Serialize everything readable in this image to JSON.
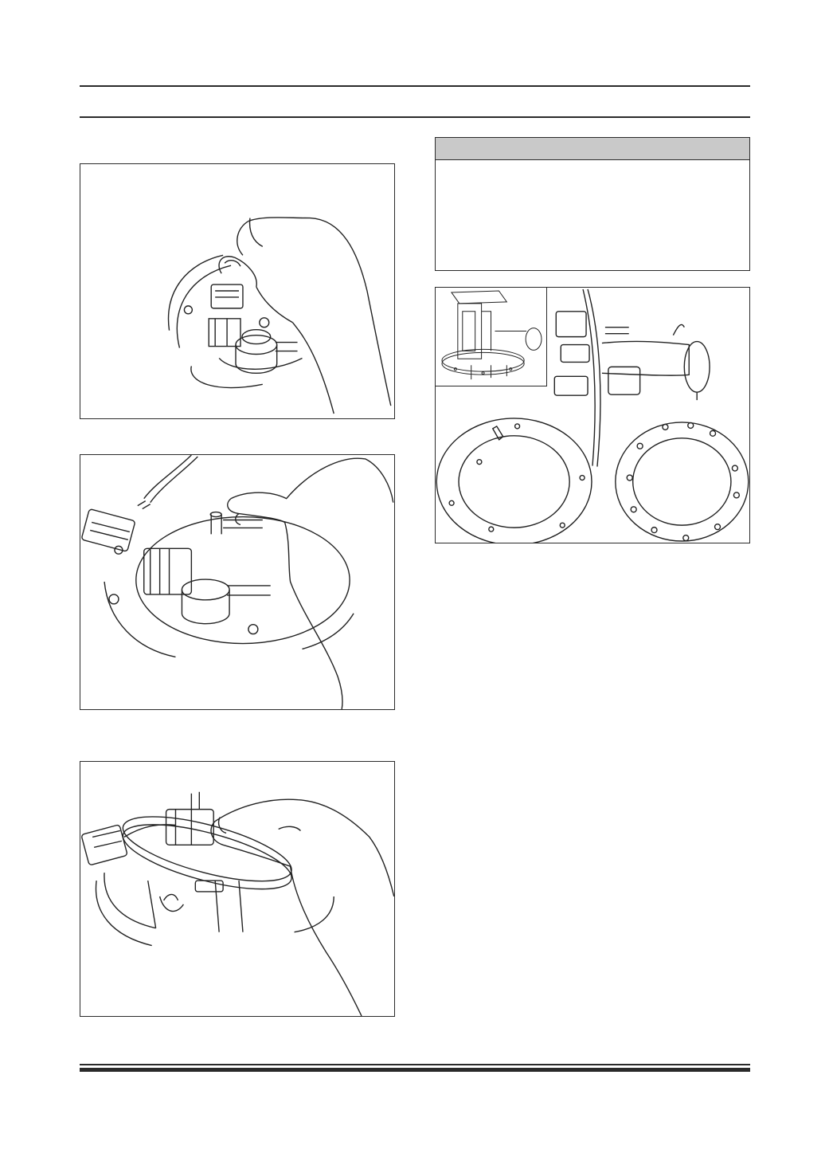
{
  "page": {
    "header_rules": 2,
    "footer_rules": 2
  },
  "notice_box": {
    "header_color": "#c9c9c9",
    "body_text": ""
  },
  "figures": [
    {
      "subject": "hand-disconnecting-connector"
    },
    {
      "subject": "hand-on-fuel-pump-flange"
    },
    {
      "subject": "hand-lifting-pump-assembly"
    },
    {
      "subject": "fuel-pump-assembly-and-gaskets"
    }
  ]
}
